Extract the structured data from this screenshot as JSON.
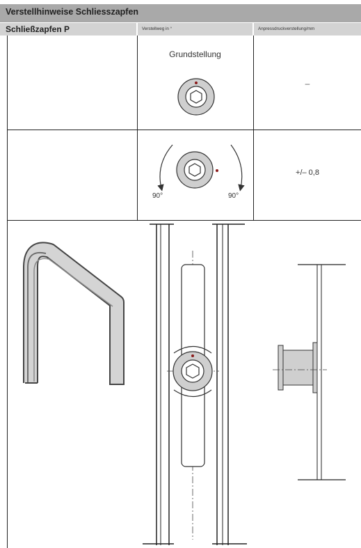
{
  "title": "Verstellhinweise Schliesszapfen",
  "header": {
    "col1": "Schließzapfen P",
    "col2": "Verstellweg in °",
    "col3": "Anpressdruckverstellung/mm"
  },
  "row1": {
    "caption": "Grundstellung",
    "value": "–"
  },
  "row2": {
    "left_degree": "90°",
    "right_degree": "90°",
    "value": "+/– 0,8"
  },
  "colors": {
    "title_bg": "#a9a9a9",
    "header_bg": "#d3d3d3",
    "part_gray": "#cfcfcf",
    "marker_red": "#8b1a1a"
  },
  "icons": [
    "pin-basic-position-icon",
    "pin-rotated-icon",
    "rotate-ccw-arrow-icon",
    "rotate-cw-arrow-icon",
    "bent-pin-drawing",
    "strike-plate-front-drawing",
    "pin-side-view-drawing"
  ]
}
